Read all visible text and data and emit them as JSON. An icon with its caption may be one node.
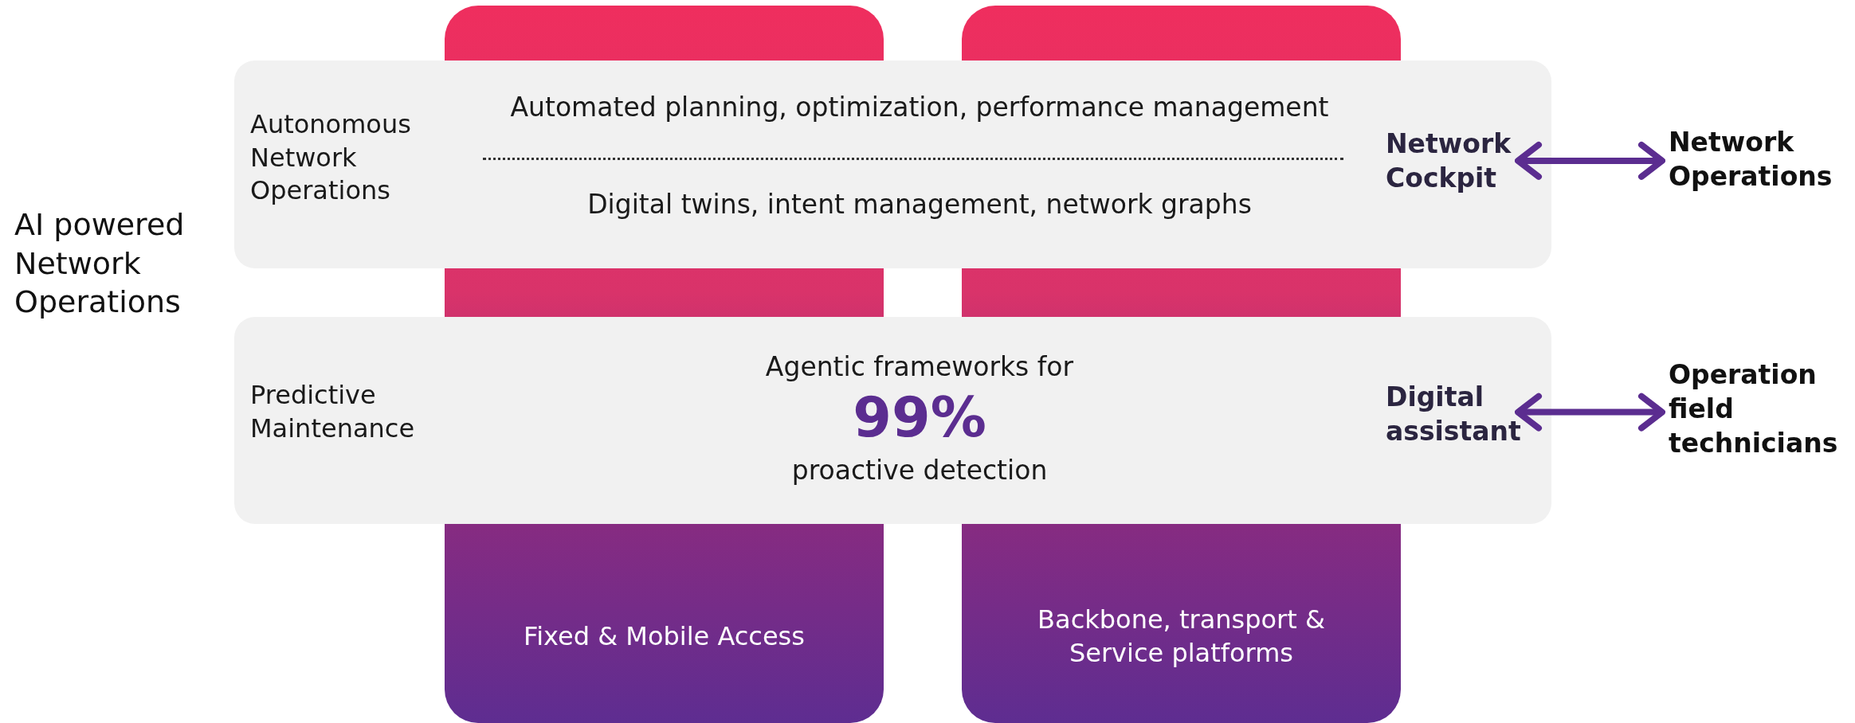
{
  "diagram": {
    "nodes": [
      {
        "text": [
          "Autonomous Network Operations",
          "Automated planning, optimization, performance management",
          "Digital twins, intent management, network graphs"
        ]
      },
      {
        "text": [
          "Network Cockpit"
        ],
        "in": 0
      },
      {
        "text": [
          "Network Operations"
        ]
      },
      {
        "text": [
          "Predictive Maintenance",
          "Agentic frameworks for",
          "99%",
          "proactive detection"
        ]
      },
      {
        "text": [
          "Digital assistant"
        ],
        "in": 3
      },
      {
        "text": [
          "Operation field technicians"
        ]
      },
      {
        "text": [
          "Fixed & Mobile Access"
        ]
      },
      {
        "text": [
          "Backbone, transport & Service platforms"
        ]
      }
    ],
    "edges": [
      {
        "from": 1,
        "to": 2,
        "arrow": "both"
      },
      {
        "from": 4,
        "to": 5,
        "arrow": "both"
      }
    ],
    "labels": [
      "AI powered Network Operations"
    ]
  }
}
